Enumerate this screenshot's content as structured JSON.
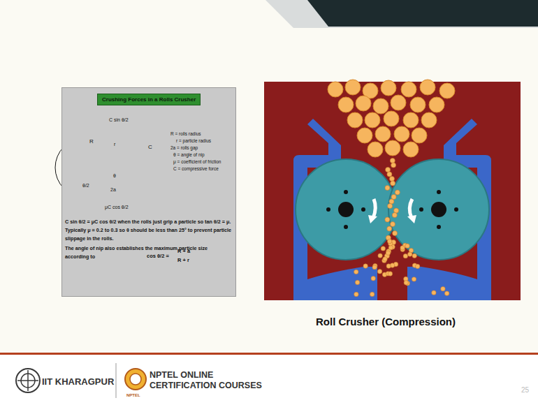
{
  "diagram": {
    "caption": "Roll Crusher (Compression)",
    "nodes": [
      {
        "text": [
          "C sin θ/2 = μC cos θ/2 when the rolls just grip a particle so tan θ/2 = μ.  Typically μ = 0.2 to 0.3 so θ should be less than 25° to prevent particle slippage in the rolls.",
          "The angle of nip also establishes the maximum particle size according to"
        ]
      },
      {
        "text": [
          "Crushing Forces in a Rolls Crusher"
        ],
        "in": 0
      }
    ],
    "labels": [
      "C sin θ/2",
      "R",
      "r",
      "C",
      "θ",
      "θ/2",
      "2a",
      "μC cos θ/2",
      "R = rolls radius",
      "r = particle radius",
      "2a = rolls gap",
      "θ = angle of nip",
      "μ = coefficient of friction",
      "C = compressive force",
      "cos θ/2 =",
      "R + a",
      "R + r",
      "IIT KHARAGPUR",
      "NPTEL ONLINE CERTIFICATION COURSES",
      "NPTEL",
      "25"
    ]
  }
}
